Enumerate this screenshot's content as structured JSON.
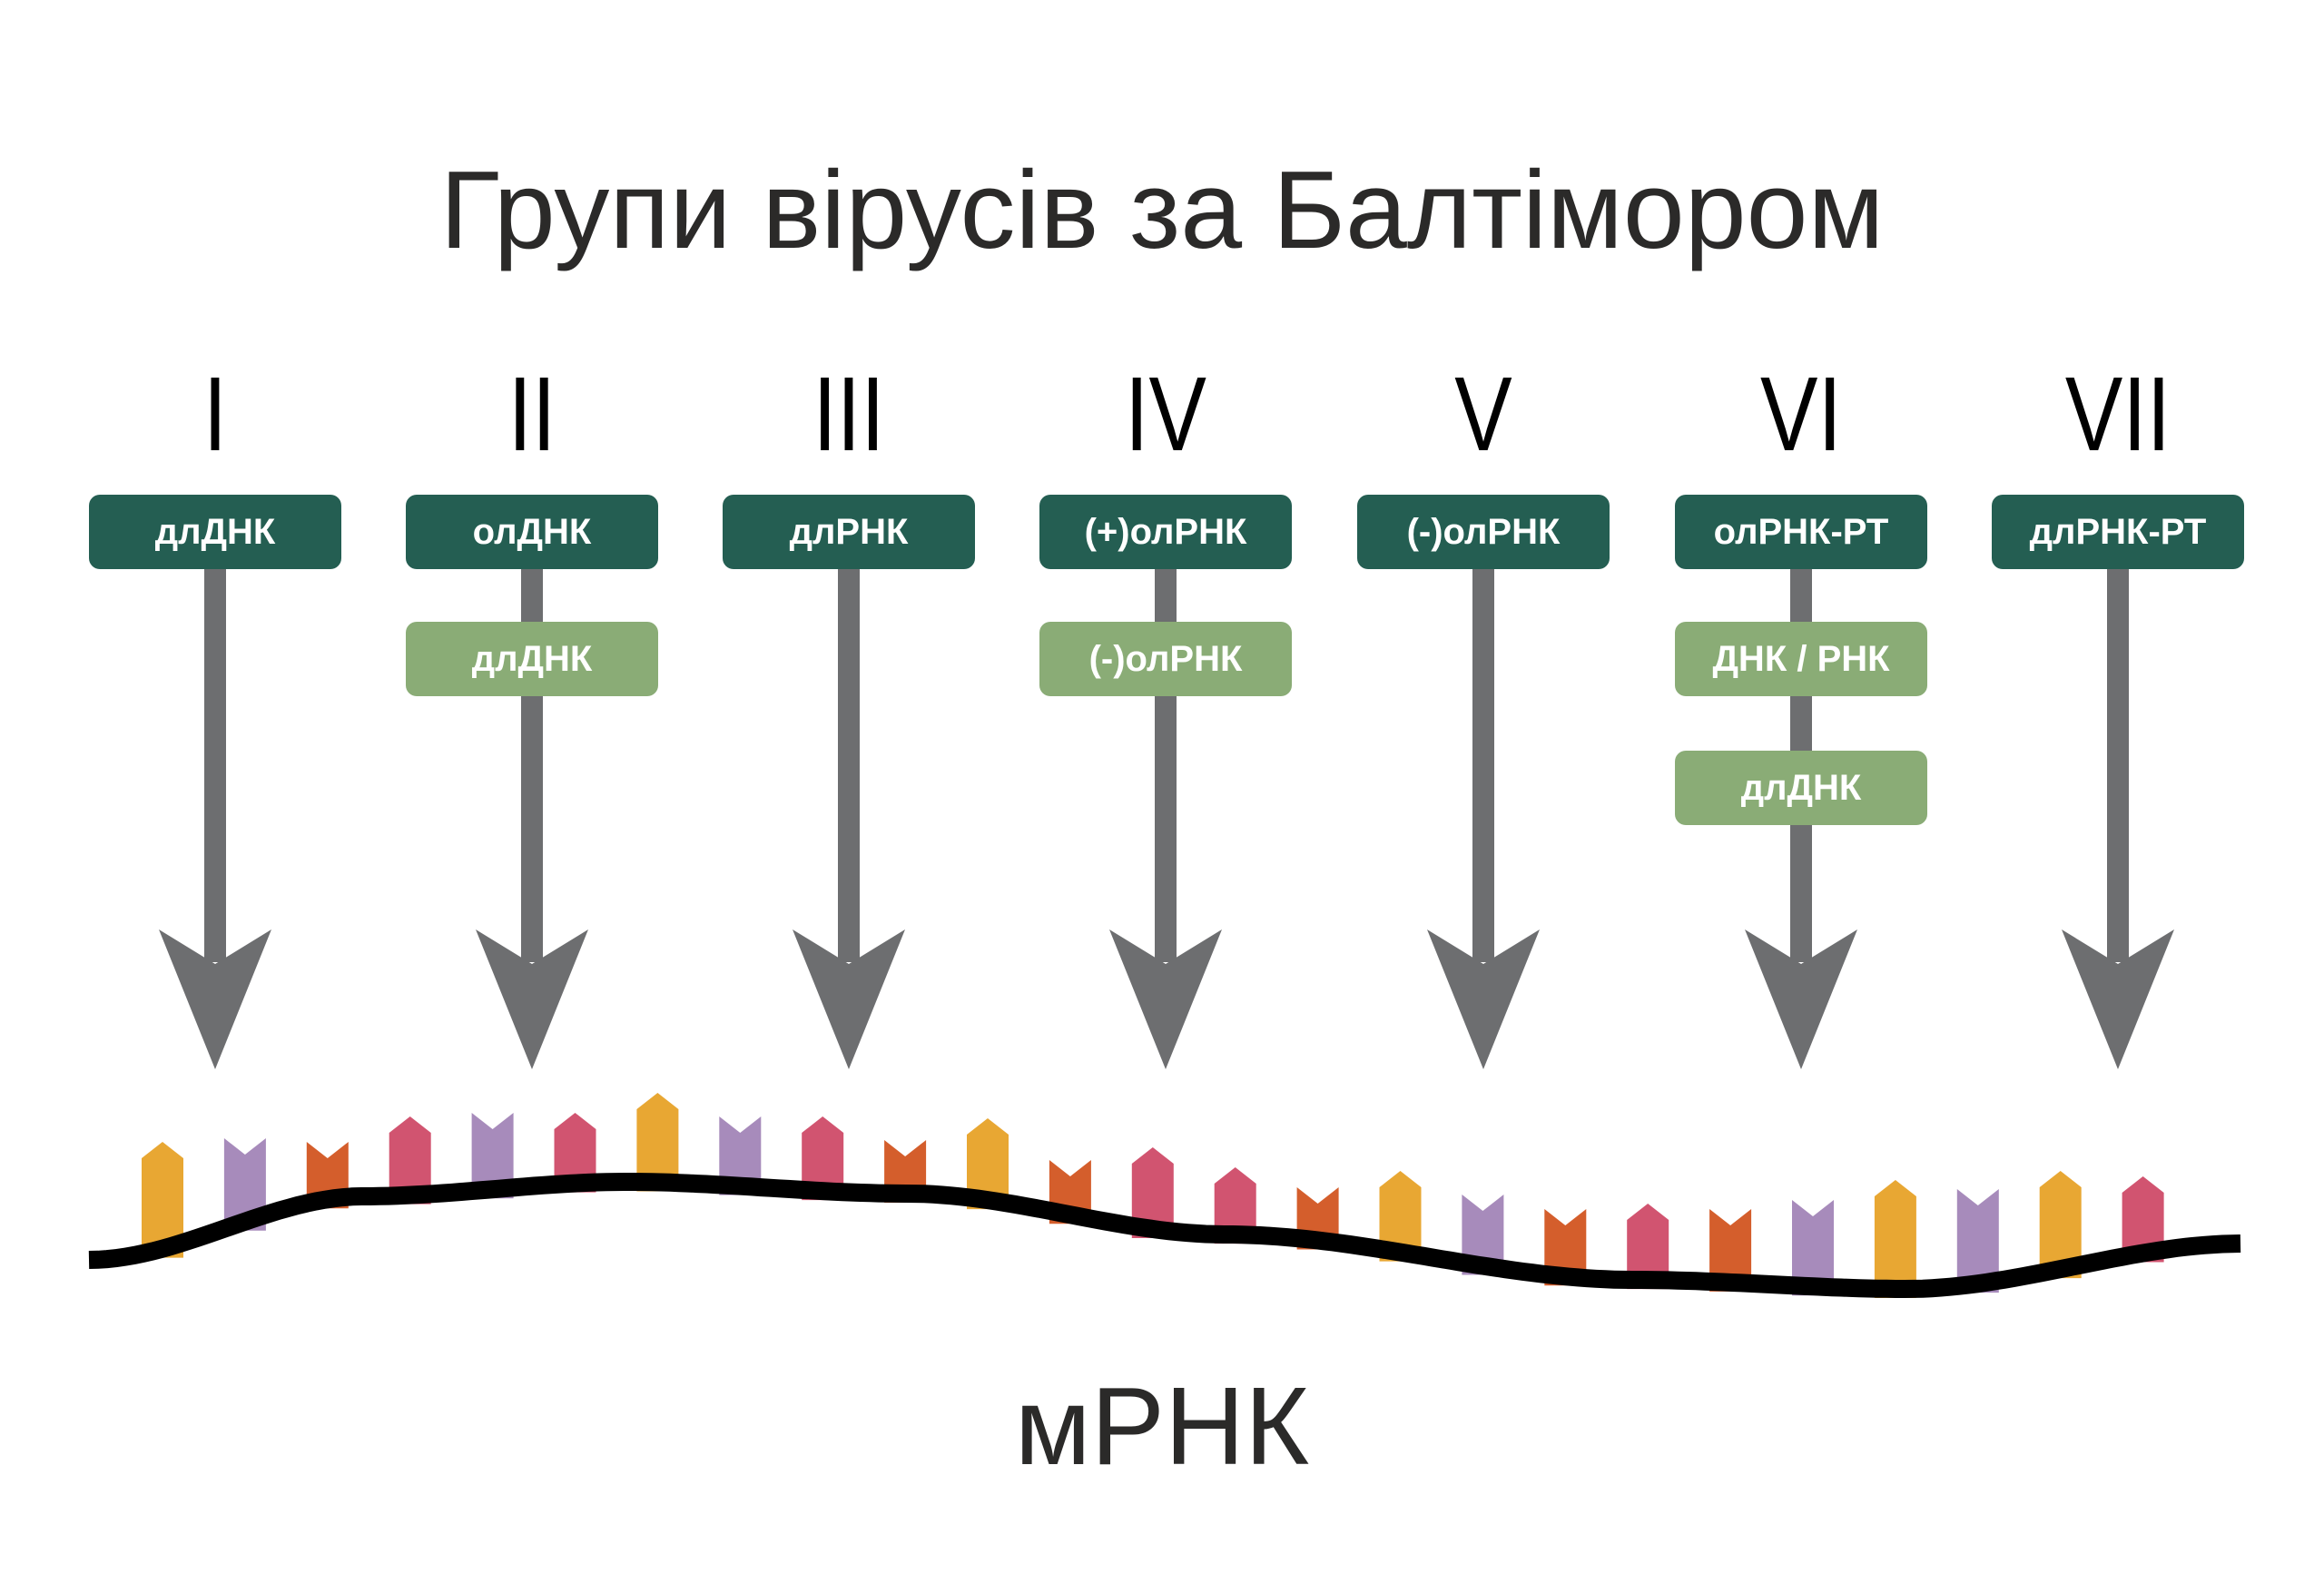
{
  "title": "Групи вірусів за Балтімором",
  "groups": [
    {
      "numeral": "I",
      "boxes": [
        {
          "label": "длДНК",
          "tone": "dark"
        }
      ]
    },
    {
      "numeral": "II",
      "boxes": [
        {
          "label": "олДНК",
          "tone": "dark"
        },
        {
          "label": "длДНК",
          "tone": "light"
        }
      ]
    },
    {
      "numeral": "III",
      "boxes": [
        {
          "label": "длРНК",
          "tone": "dark"
        }
      ]
    },
    {
      "numeral": "IV",
      "boxes": [
        {
          "label": "(+)олРНК",
          "tone": "dark"
        },
        {
          "label": "(-)олРНК",
          "tone": "light"
        }
      ]
    },
    {
      "numeral": "V",
      "boxes": [
        {
          "label": "(-)олРНК",
          "tone": "dark"
        }
      ]
    },
    {
      "numeral": "VI",
      "boxes": [
        {
          "label": "олРНК-РТ",
          "tone": "dark"
        },
        {
          "label": "ДНК / РНК",
          "tone": "light"
        },
        {
          "label": "длДНК",
          "tone": "light"
        }
      ]
    },
    {
      "numeral": "VII",
      "boxes": [
        {
          "label": "длРНК-РТ",
          "tone": "dark"
        }
      ]
    }
  ],
  "mrna_label": "мРНК",
  "colors": {
    "dark_box": "#245e52",
    "light_box": "#8aac76",
    "arrow": "#6d6e70",
    "nucleotide_yellow": "#e8a733",
    "nucleotide_purple": "#a78bbb",
    "nucleotide_orange": "#d45e2c",
    "nucleotide_pink": "#d15470"
  },
  "nucleotides": [
    "yellow",
    "purple",
    "orange",
    "pink",
    "purple",
    "pink",
    "yellow",
    "purple",
    "pink",
    "orange",
    "yellow",
    "orange",
    "pink",
    "pink",
    "orange",
    "yellow",
    "purple",
    "orange",
    "pink",
    "orange",
    "purple",
    "yellow",
    "purple",
    "yellow",
    "pink"
  ]
}
